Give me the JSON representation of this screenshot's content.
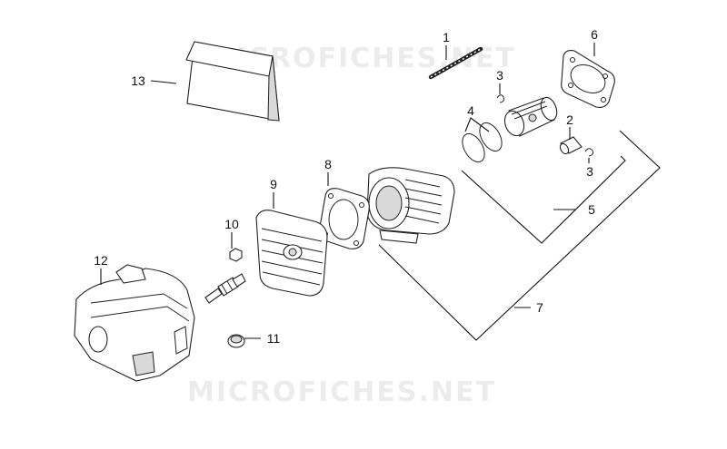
{
  "watermarks": {
    "top": "MICROFICHES.NET",
    "bottom": "MICROFICHES.NET"
  },
  "callouts": {
    "c1": "1",
    "c2": "2",
    "c3a": "3",
    "c3b": "3",
    "c4": "4",
    "c5": "5",
    "c6": "6",
    "c7": "7",
    "c8": "8",
    "c9": "9",
    "c10": "10",
    "c11": "11",
    "c12": "12",
    "c13": "13"
  }
}
